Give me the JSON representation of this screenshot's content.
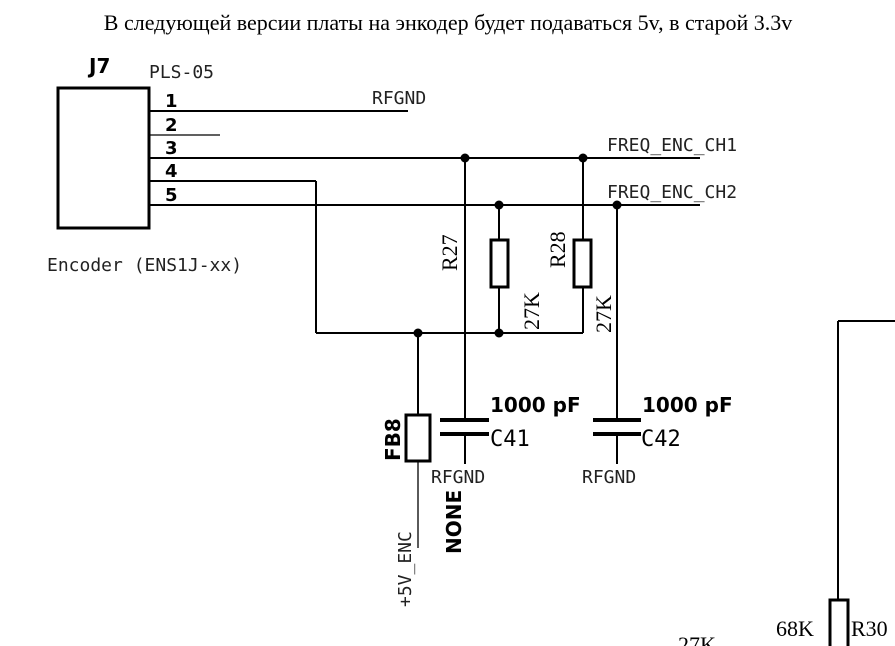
{
  "note": "В следующей версии платы на энкодер будет подаваться 5v, в старой 3.3v",
  "connector": {
    "ref": "J7",
    "part": "PLS-05",
    "description": "Encoder (ENS1J-xx)",
    "pins": [
      "1",
      "2",
      "3",
      "4",
      "5"
    ]
  },
  "nets": {
    "rfgnd_top": "RFGND",
    "ch1": "FREQ_ENC_CH1",
    "ch2": "FREQ_ENC_CH2",
    "rfgnd_fb": "RFGND",
    "rfgnd_c42": "RFGND",
    "supply": "+5V_ENC"
  },
  "r27": {
    "ref": "R27",
    "value": "27K"
  },
  "r28": {
    "ref": "R28",
    "value": "27K"
  },
  "c41": {
    "ref": "C41",
    "value": "1000 pF"
  },
  "c42": {
    "ref": "C42",
    "value": "1000 pF"
  },
  "fb8": {
    "ref": "FB8",
    "value": "NONE"
  },
  "r30": {
    "ref": "R30",
    "value": "68K"
  },
  "partial_label": "27K"
}
